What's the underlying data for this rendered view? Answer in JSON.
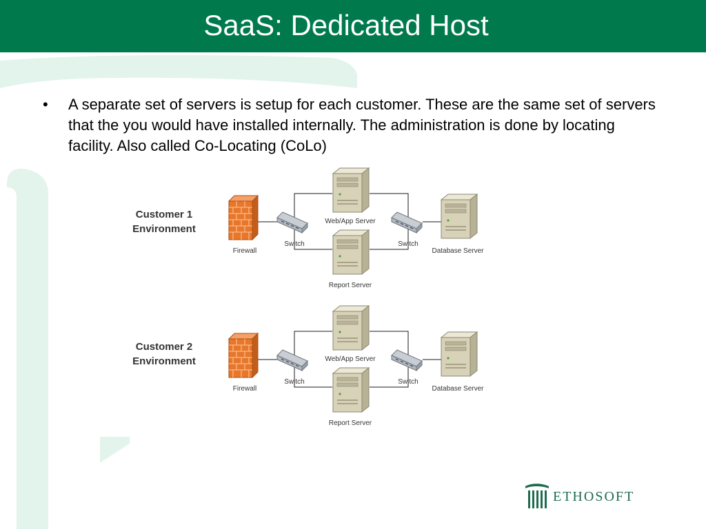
{
  "slide": {
    "title": "SaaS: Dedicated Host",
    "bullet": "A separate set of servers is setup for each customer. These are the same set of servers that the you would have installed internally. The administration is done by locating facility. Also called Co-Locating (CoLo)",
    "bullet_marker": "•"
  },
  "colors": {
    "title_bar": "#007a4d",
    "decoration": "#e3f4ec",
    "firewall": "#e8772a",
    "server": "#d8d2b8",
    "logo": "#1f6b4e"
  },
  "diagram": {
    "environments": [
      {
        "label_line1": "Customer 1",
        "label_line2": "Environment",
        "firewall": "Firewall",
        "switch_left": "Switch",
        "web_server": "Web/App Server",
        "report_server": "Report Server",
        "switch_right": "Switch",
        "database_server": "Database Server"
      },
      {
        "label_line1": "Customer 2",
        "label_line2": "Environment",
        "firewall": "Firewall",
        "switch_left": "Switch",
        "web_server": "Web/App Server",
        "report_server": "Report Server",
        "switch_right": "Switch",
        "database_server": "Database Server"
      }
    ]
  },
  "logo": {
    "text": "ETHOSOFT",
    "icon": "pillar-icon"
  }
}
